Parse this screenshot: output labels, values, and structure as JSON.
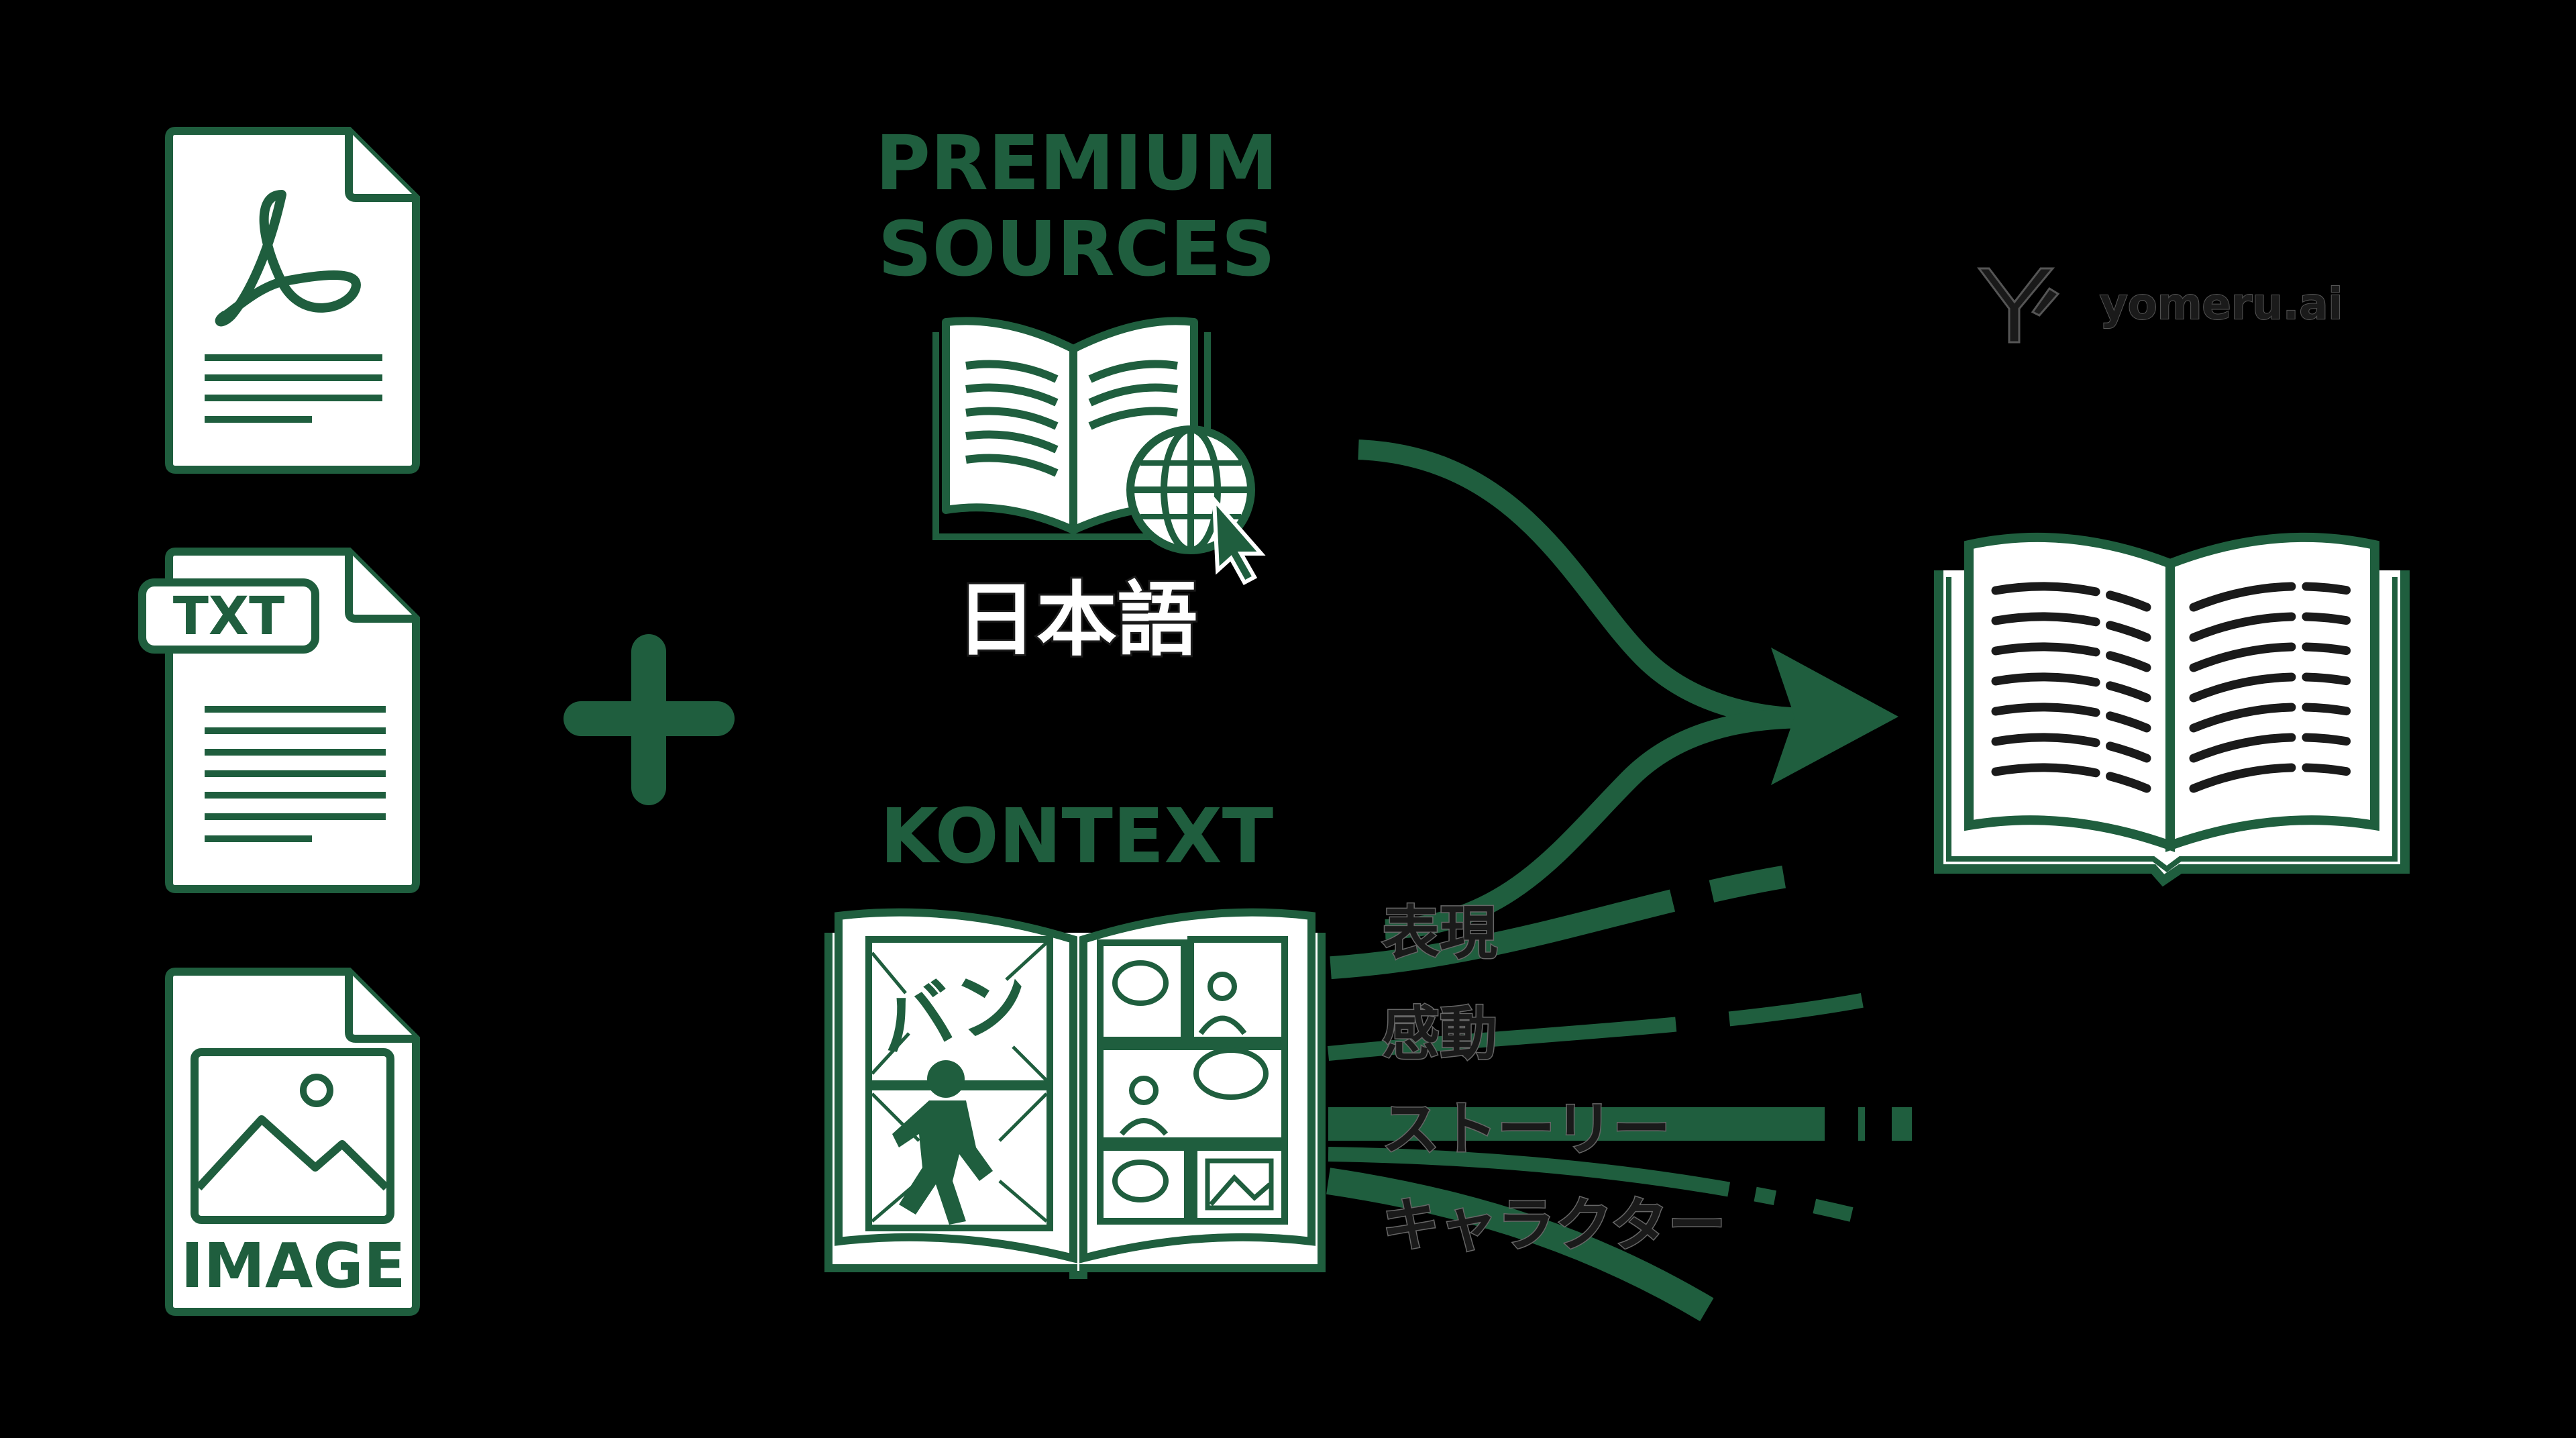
{
  "file_types": {
    "pdf_icon": "pdf-document-icon",
    "txt_badge": "TXT",
    "image_label": "IMAGE"
  },
  "plus_icon": "plus-icon",
  "premium": {
    "title_line1": "PREMIUM",
    "title_line2": "SOURCES",
    "japanese": "日本語"
  },
  "kontext": {
    "title": "KONTEXT",
    "manga_sfx": "バン",
    "concepts": [
      "表現",
      "感動",
      "ストーリー",
      "キャラクター"
    ]
  },
  "brand": {
    "logo_icon": "yomeru-logo-icon",
    "name": "yomeru.ai"
  },
  "output_icon": "open-book-icon",
  "colors": {
    "green": "#1f5e3e",
    "white": "#ffffff",
    "background": "#000000",
    "text_dark": "#1a1a1a"
  }
}
